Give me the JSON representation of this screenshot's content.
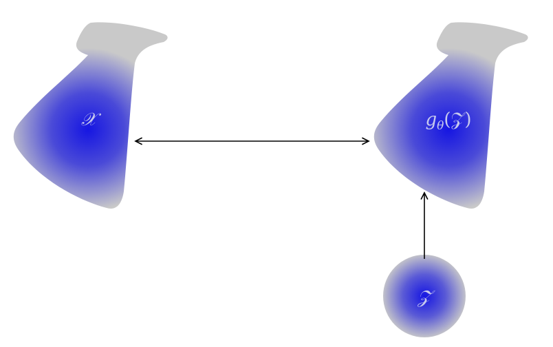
{
  "nodes": {
    "data_space": {
      "label": "𝒳"
    },
    "generated_space": {
      "label_prefix": "g",
      "label_subscript": "θ",
      "label_arg": "(𝒵)"
    },
    "latent_space": {
      "label": "𝒵"
    }
  },
  "colors": {
    "blob_center": "#1818e0",
    "blob_mid": "#6a6ad6",
    "blob_edge": "#c8c8c8",
    "label": "#c7c9ee",
    "arrow": "#000000",
    "background": "#ffffff"
  }
}
